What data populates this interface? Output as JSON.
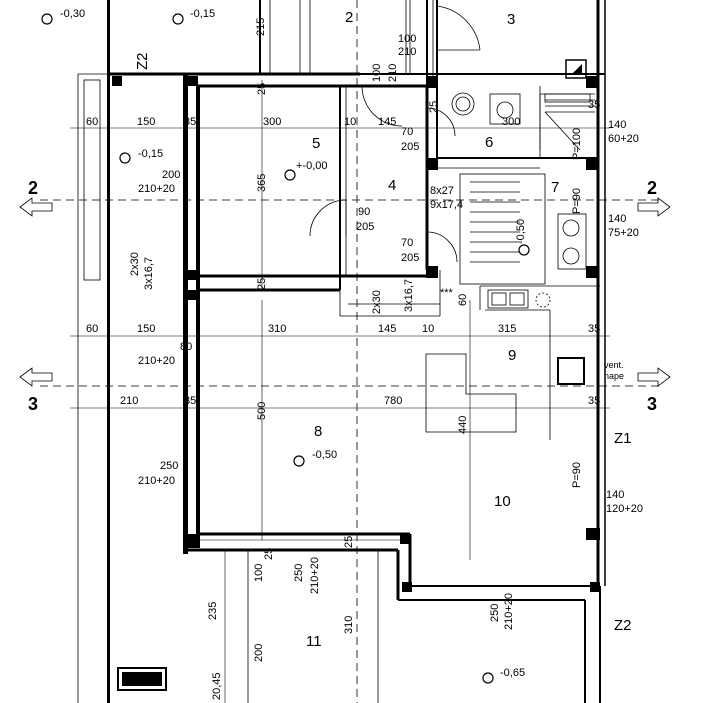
{
  "rooms": {
    "r2": "2",
    "r3": "3",
    "r4": "4",
    "r5": "5",
    "r6": "6",
    "r7": "7",
    "r8": "8",
    "r9": "9",
    "r10": "10",
    "r11": "11"
  },
  "levels": {
    "l1": "-0,30",
    "l2": "-0,15",
    "l3": "-0,15",
    "l4": "+-0,00",
    "l5": "-0,50",
    "l6": "-0,50",
    "l7": "-0,65"
  },
  "sections": {
    "s2l": "2",
    "s2r": "2",
    "s3l": "3",
    "s3r": "3"
  },
  "zones": {
    "z2a": "Z2",
    "z1": "Z1",
    "z2b": "Z2"
  },
  "dims": {
    "d215": "215",
    "d100": "100",
    "d210a": "210",
    "d100b": "100",
    "d210b": "210",
    "d25a": "25",
    "d25b": "25",
    "d60a": "60",
    "d150a": "150",
    "d35a": "35",
    "d300a": "300",
    "d10a": "10",
    "d145a": "145",
    "d70a": "70",
    "d205a": "205",
    "d300b": "300",
    "d35b": "35",
    "d140a": "140",
    "d60p20": "60+20",
    "dP100": "P=100",
    "d200": "200",
    "d210p20a": "210+20",
    "d365": "365",
    "d8x27": "8x27",
    "d9x17": "9x17,4",
    "d90a": "90",
    "d205b": "205",
    "d70b": "70",
    "d205c": "205",
    "dP90a": "P=90",
    "d140b": "140",
    "d75p20": "75+20",
    "d2x30a": "2x30",
    "d3x16a": "3x16,7",
    "d25c": "25",
    "d2x30b": "2x30",
    "d3x16b": "3x16,7",
    "d60b": "60",
    "dstars": "***",
    "d60c": "60",
    "d150b": "150",
    "d80": "80",
    "d310a": "310",
    "d145b": "145",
    "d10b": "10",
    "d315": "315",
    "d35c": "35",
    "d210p20b": "210+20",
    "vent1": "vent.",
    "vent2": "nape",
    "d210c": "210",
    "d35d": "35",
    "d780": "780",
    "d35e": "35",
    "d500": "500",
    "d440": "440",
    "d250a": "250",
    "d210p20c": "210+20",
    "dP90b": "P=90",
    "d140c": "140",
    "d120p20": "120+20",
    "d100c": "100",
    "d25d": "25",
    "d250b": "250",
    "d210p20d": "210+20",
    "d25e": "25",
    "d235": "235",
    "d310b": "310",
    "d250c": "250",
    "d210p20e": "210+20",
    "d200b": "200",
    "d2045": "20,45"
  }
}
